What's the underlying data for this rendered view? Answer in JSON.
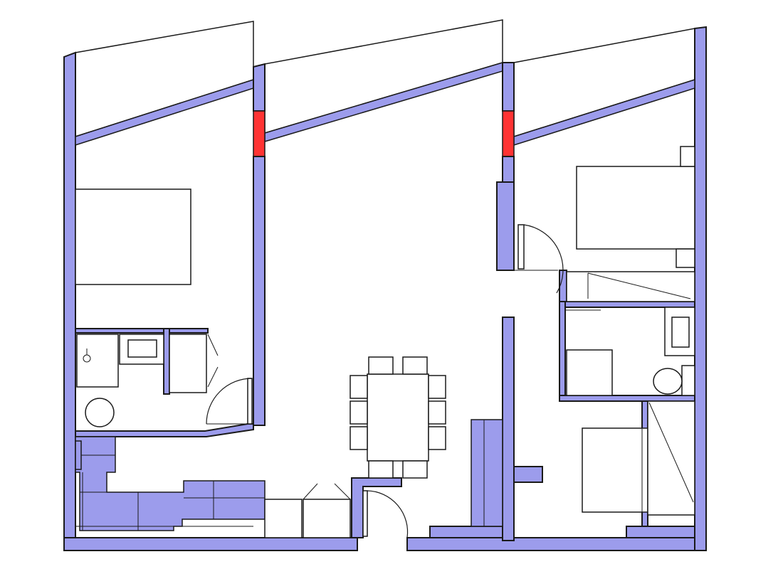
{
  "plan": {
    "colors": {
      "wall": "#9c9cec",
      "cabinetry": "#9c9cec",
      "accent": "#ff3333",
      "line": "#1a1a1a",
      "background": "#ffffff"
    },
    "elements": [
      "left-bedroom",
      "left-bathroom",
      "living-dining",
      "kitchen",
      "right-bedroom",
      "right-bathroom",
      "second-right-bedroom",
      "entrance-door",
      "dining-table-with-eight-chairs"
    ]
  }
}
